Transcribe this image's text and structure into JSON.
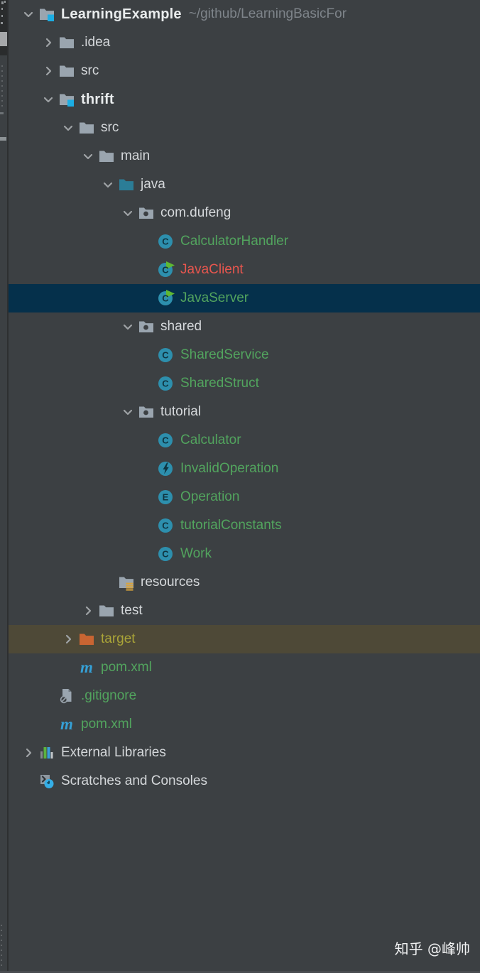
{
  "app": {
    "title": "IntelliJ IDEA Project tool window"
  },
  "watermark": "知乎 @峰帅",
  "colors": {
    "background": "#3c4043",
    "selection_blue": "#05304b",
    "selection_brown": "#4e4937",
    "folder_gray": "#9aa5af",
    "folder_source": "#2b7d97",
    "folder_orange": "#c96532",
    "project_badge": "#1caee4",
    "class_circle": "#2d8fad",
    "class_letter": "#0f3440",
    "run_green": "#5fb832",
    "resource_stripe": "#d9a43c",
    "maven_blue": "#35a0d6",
    "lib_green": "#5cb33e",
    "lib_blue": "#3a9fd8",
    "icon_gray": "#8d97a0",
    "clock_blue": "#35aee6",
    "text_bright": "#e9eced",
    "text_light": "#d5d8db",
    "text_dim": "#7e848a",
    "text_green": "#52a45e",
    "text_red": "#e8564e",
    "text_olive": "#aaa438",
    "chevron": "#9fa3a6"
  },
  "tree": {
    "items": [
      {
        "label": "LearningExample",
        "suffix": "~/github/LearningBasicFor",
        "level": 0,
        "chevron": "down",
        "icon": "folder-project",
        "color": "bright",
        "bold": true
      },
      {
        "label": ".idea",
        "level": 1,
        "chevron": "right",
        "icon": "folder",
        "color": "light"
      },
      {
        "label": "src",
        "level": 1,
        "chevron": "right",
        "icon": "folder",
        "color": "light"
      },
      {
        "label": "thrift",
        "level": 1,
        "chevron": "down",
        "icon": "folder-project",
        "color": "bright",
        "bold": true
      },
      {
        "label": "src",
        "level": 2,
        "chevron": "down",
        "icon": "folder",
        "color": "light"
      },
      {
        "label": "main",
        "level": 3,
        "chevron": "down",
        "icon": "folder",
        "color": "light"
      },
      {
        "label": "java",
        "level": 4,
        "chevron": "down",
        "icon": "folder-source",
        "color": "light"
      },
      {
        "label": "com.dufeng",
        "level": 5,
        "chevron": "down",
        "icon": "package",
        "color": "light"
      },
      {
        "label": "CalculatorHandler",
        "level": 6,
        "chevron": "none",
        "icon": "class",
        "color": "green"
      },
      {
        "label": "JavaClient",
        "level": 6,
        "chevron": "none",
        "icon": "class-run",
        "color": "red"
      },
      {
        "label": "JavaServer",
        "level": 6,
        "chevron": "none",
        "icon": "class-run",
        "color": "green",
        "selected": "blue"
      },
      {
        "label": "shared",
        "level": 5,
        "chevron": "down",
        "icon": "package",
        "color": "light"
      },
      {
        "label": "SharedService",
        "level": 6,
        "chevron": "none",
        "icon": "class",
        "color": "green"
      },
      {
        "label": "SharedStruct",
        "level": 6,
        "chevron": "none",
        "icon": "class",
        "color": "green"
      },
      {
        "label": "tutorial",
        "level": 5,
        "chevron": "down",
        "icon": "package",
        "color": "light"
      },
      {
        "label": "Calculator",
        "level": 6,
        "chevron": "none",
        "icon": "class",
        "color": "green"
      },
      {
        "label": "InvalidOperation",
        "level": 6,
        "chevron": "none",
        "icon": "exception",
        "color": "green"
      },
      {
        "label": "Operation",
        "level": 6,
        "chevron": "none",
        "icon": "enum",
        "color": "green"
      },
      {
        "label": "tutorialConstants",
        "level": 6,
        "chevron": "none",
        "icon": "class",
        "color": "green"
      },
      {
        "label": "Work",
        "level": 6,
        "chevron": "none",
        "icon": "class",
        "color": "green"
      },
      {
        "label": "resources",
        "level": 4,
        "chevron": "none",
        "icon": "folder-resources",
        "color": "light"
      },
      {
        "label": "test",
        "level": 3,
        "chevron": "right",
        "icon": "folder",
        "color": "light"
      },
      {
        "label": "target",
        "level": 2,
        "chevron": "right",
        "icon": "folder-excluded",
        "color": "olive",
        "selected": "brown"
      },
      {
        "label": "pom.xml",
        "level": 2,
        "chevron": "none",
        "icon": "maven",
        "color": "green"
      },
      {
        "label": ".gitignore",
        "level": 1,
        "chevron": "none",
        "icon": "file-ignored",
        "color": "green"
      },
      {
        "label": "pom.xml",
        "level": 1,
        "chevron": "none",
        "icon": "maven",
        "color": "green"
      },
      {
        "label": "External Libraries",
        "level": 0,
        "chevron": "right",
        "icon": "libraries",
        "color": "light"
      },
      {
        "label": "Scratches and Consoles",
        "level": 0,
        "chevron": "none",
        "icon": "scratches",
        "color": "light"
      }
    ]
  }
}
